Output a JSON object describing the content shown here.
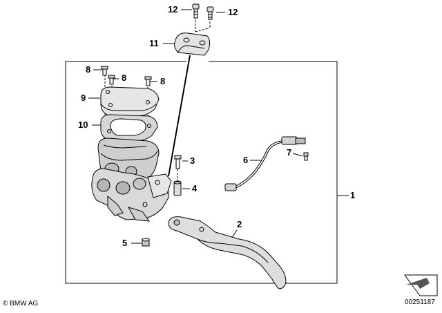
{
  "callouts": {
    "n1": "1",
    "n2": "2",
    "n3": "3",
    "n4": "4",
    "n5": "5",
    "n6": "6",
    "n7": "7",
    "n8a": "8",
    "n8b": "8",
    "n8c": "8",
    "n9": "9",
    "n10": "10",
    "n11": "11",
    "n12a": "12",
    "n12b": "12"
  },
  "footer": {
    "copyright": "© BMW AG",
    "image_number": "00251187"
  },
  "icons": {
    "logo_corner": "page-corner-arrow-icon"
  }
}
